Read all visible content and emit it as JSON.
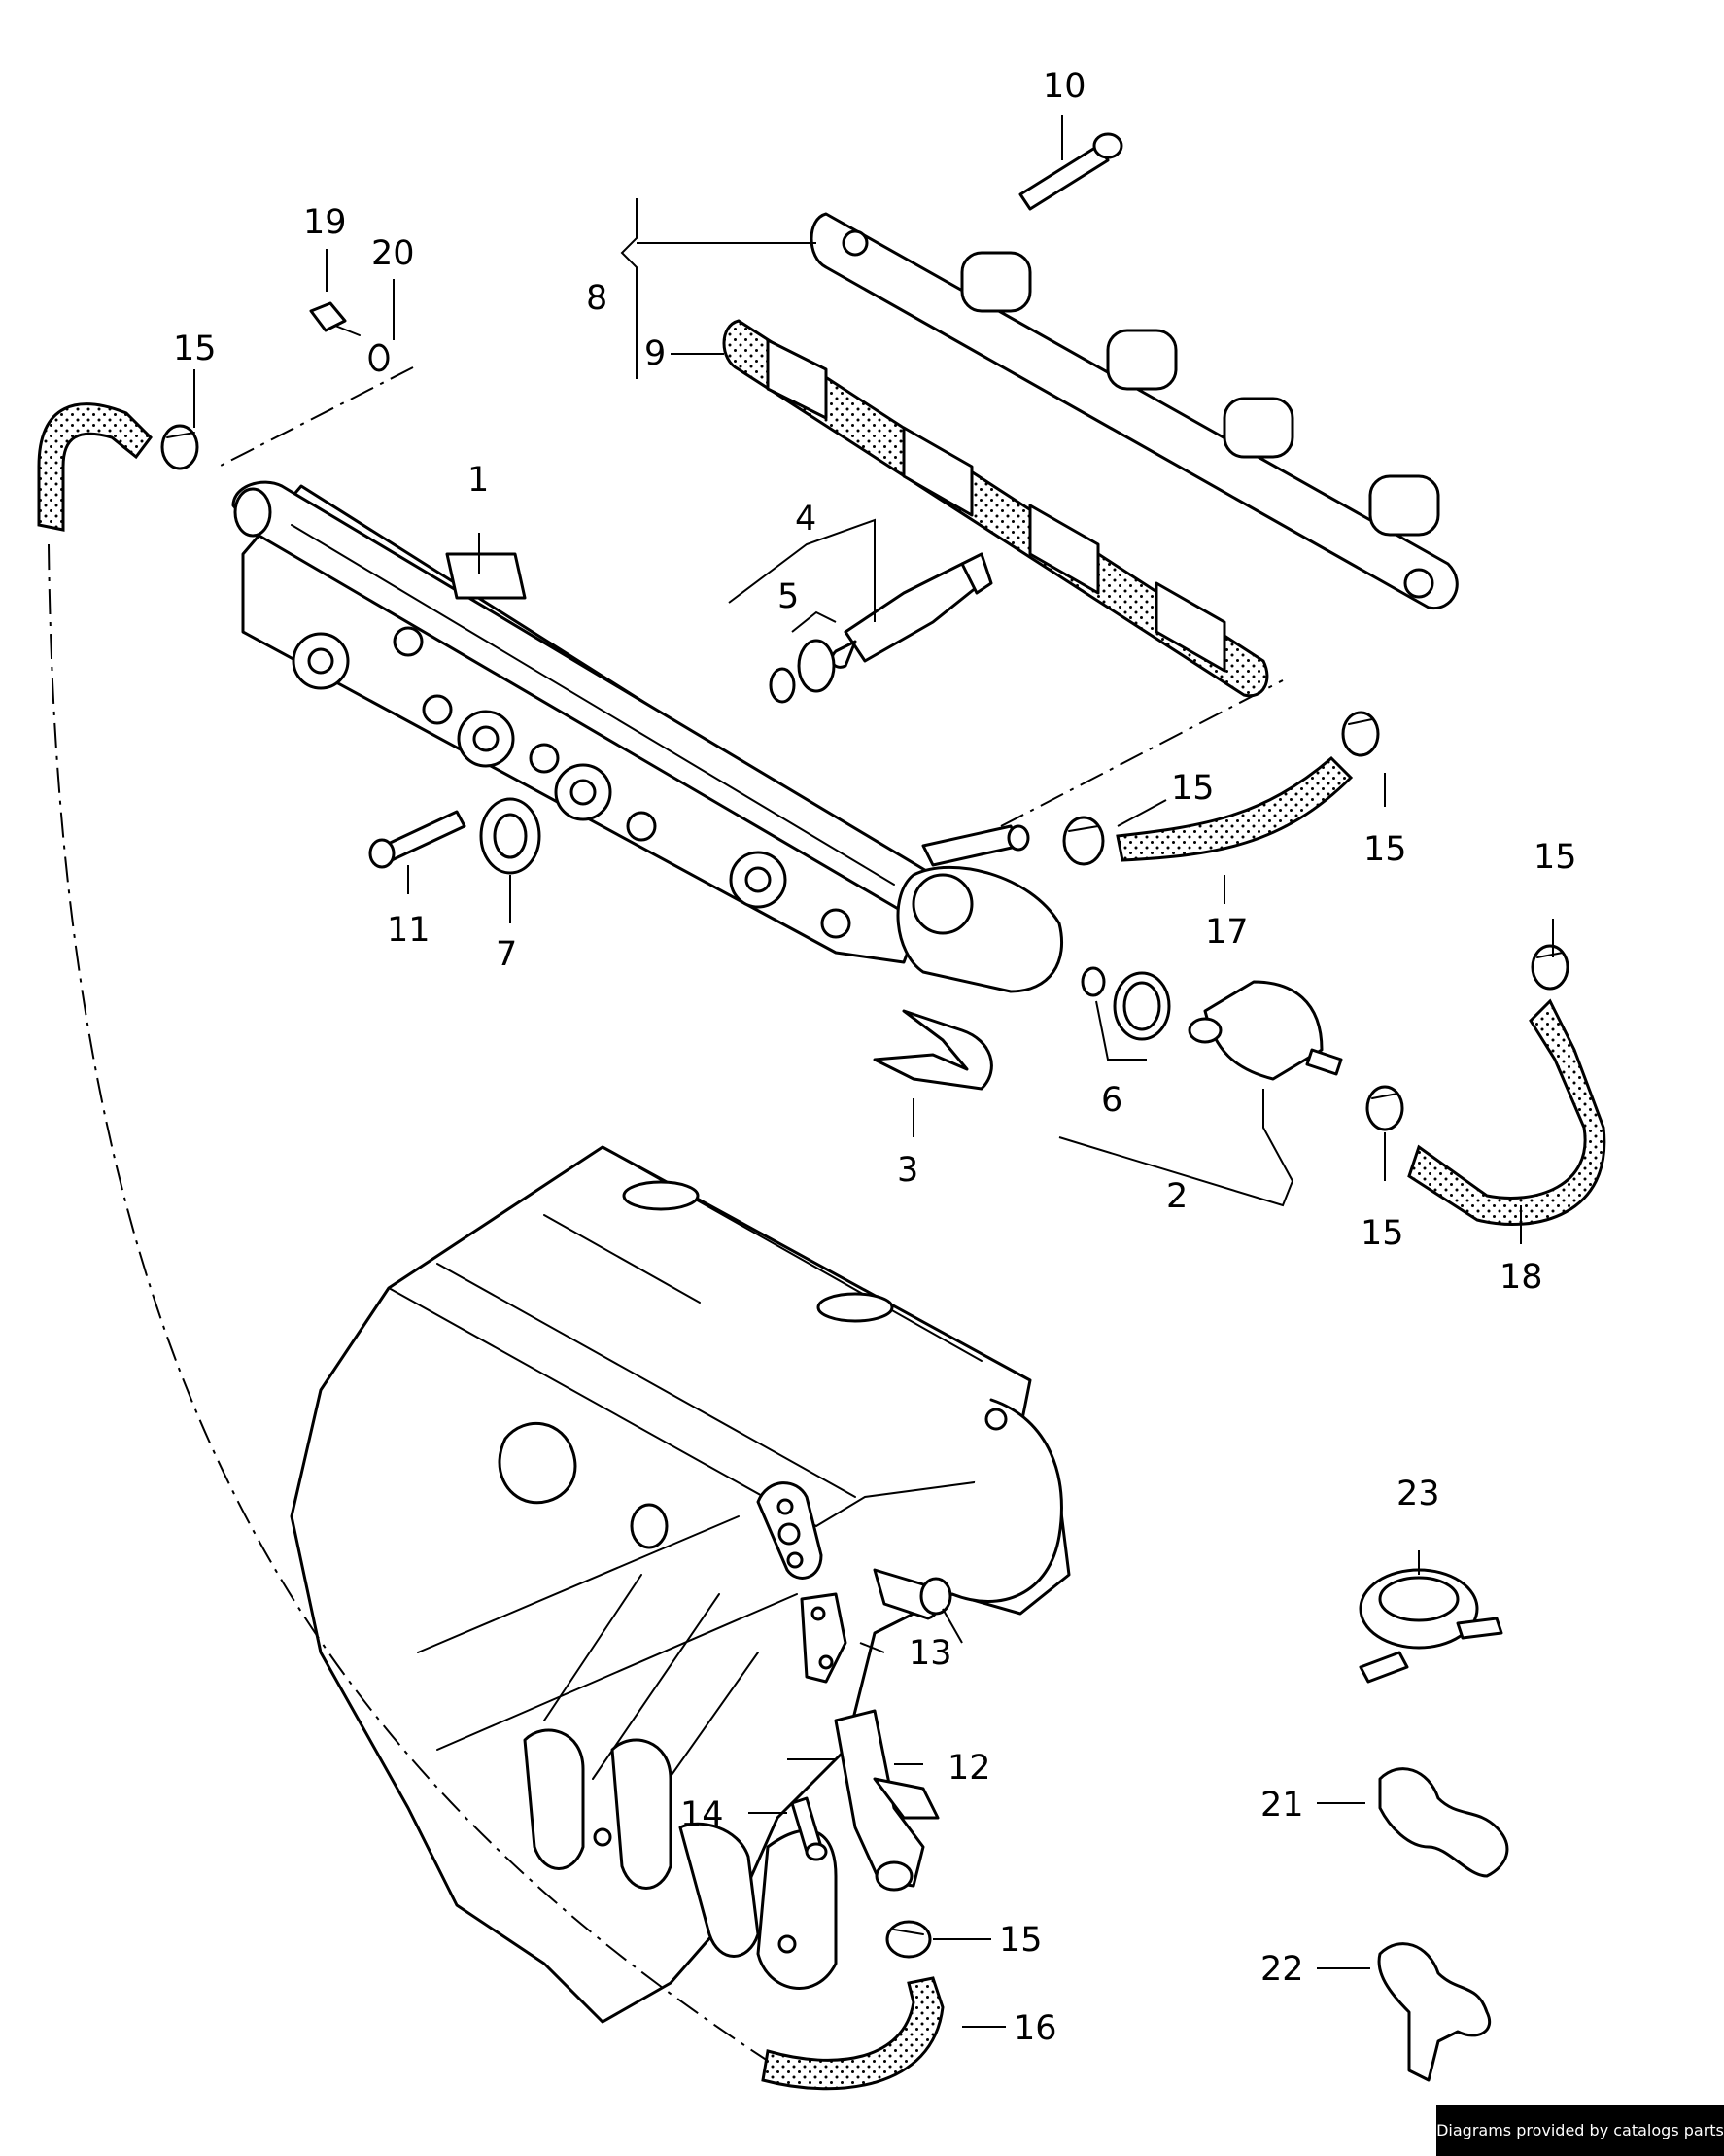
{
  "diagram": {
    "callouts": [
      {
        "id": "c10",
        "label": "10"
      },
      {
        "id": "c19",
        "label": "19"
      },
      {
        "id": "c20",
        "label": "20"
      },
      {
        "id": "c15a",
        "label": "15"
      },
      {
        "id": "c8",
        "label": "8"
      },
      {
        "id": "c9",
        "label": "9"
      },
      {
        "id": "c1",
        "label": "1"
      },
      {
        "id": "c4",
        "label": "4"
      },
      {
        "id": "c5",
        "label": "5"
      },
      {
        "id": "c15b",
        "label": "15"
      },
      {
        "id": "c15c",
        "label": "15"
      },
      {
        "id": "c15d",
        "label": "15"
      },
      {
        "id": "c11",
        "label": "11"
      },
      {
        "id": "c7",
        "label": "7"
      },
      {
        "id": "c17",
        "label": "17"
      },
      {
        "id": "c6",
        "label": "6"
      },
      {
        "id": "c3",
        "label": "3"
      },
      {
        "id": "c2",
        "label": "2"
      },
      {
        "id": "c15e",
        "label": "15"
      },
      {
        "id": "c18",
        "label": "18"
      },
      {
        "id": "c23",
        "label": "23"
      },
      {
        "id": "c13",
        "label": "13"
      },
      {
        "id": "c12",
        "label": "12"
      },
      {
        "id": "c14",
        "label": "14"
      },
      {
        "id": "c21",
        "label": "21"
      },
      {
        "id": "c15f",
        "label": "15"
      },
      {
        "id": "c22",
        "label": "22"
      },
      {
        "id": "c16",
        "label": "16"
      }
    ]
  },
  "footer": {
    "text": "Diagrams provided by catalogs parts"
  }
}
